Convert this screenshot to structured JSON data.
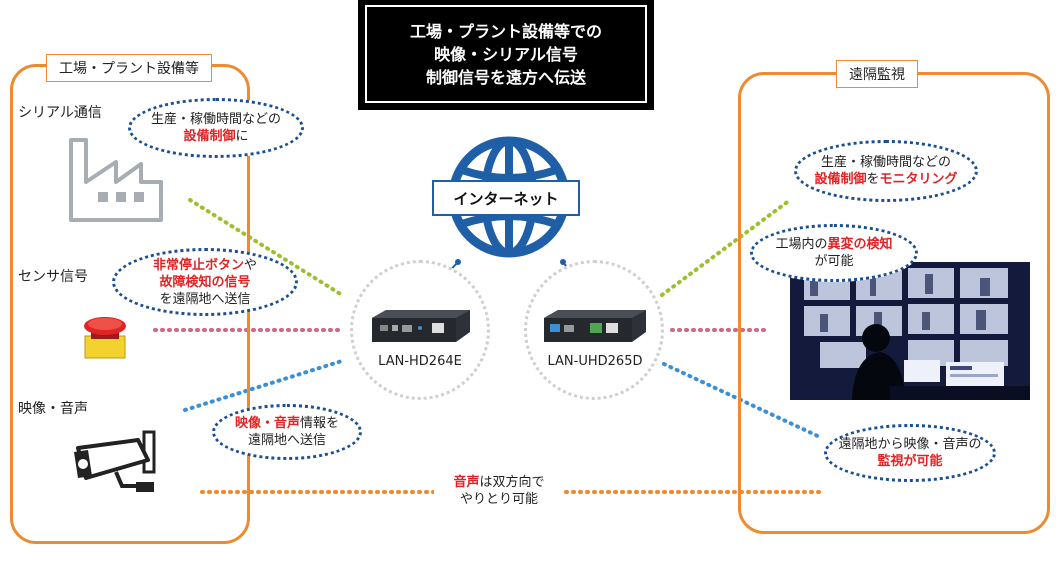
{
  "title": {
    "line1": "工場・プラント設備等での",
    "line2": "映像・シリアル信号",
    "line3": "制御信号を遠方へ伝送"
  },
  "left_panel": {
    "label": "工場・プラント設備等",
    "sources": [
      {
        "label": "シリアル通信",
        "icon": "factory-icon"
      },
      {
        "label": "センサ信号",
        "icon": "emergency-button-icon"
      },
      {
        "label": "映像・音声",
        "icon": "security-camera-icon"
      }
    ]
  },
  "right_panel": {
    "label": "遠隔監視",
    "photo": "monitoring-room-image"
  },
  "internet": {
    "label": "インターネット",
    "icon": "globe-icon"
  },
  "devices": {
    "encoder": "LAN-HD264E",
    "decoder": "LAN-UHD265D"
  },
  "bubbles": {
    "serial": {
      "pre": "生産・稼働時間などの",
      "red": "設備制御",
      "post": "に"
    },
    "sensor": {
      "red1": "非常停止ボタン",
      "mid1": "や",
      "red2": "故障検知の信号",
      "post": "を遠隔地へ送信"
    },
    "video": {
      "red": "映像・音声",
      "mid": "情報を",
      "post": "遠隔地へ送信"
    },
    "monitoring": {
      "pre": "生産・稼働時間などの",
      "red1": "設備制御",
      "mid": "を",
      "red2": "モニタリング"
    },
    "anomaly": {
      "pre": "工場内の",
      "red": "異変の検知",
      "post": "が可能"
    },
    "remote": {
      "pre": "遠隔地から映像・音声の",
      "red": "監視が可能"
    }
  },
  "audio": {
    "red": "音声",
    "mid": "は双方向で",
    "post": "やりとり可能"
  },
  "colors": {
    "orange": "#ee8a2f",
    "navy": "#1a4f91",
    "red": "#e02424",
    "green_dots": "#9bbf2f",
    "pink_dots": "#cf6a82",
    "blue_dots": "#3b8fd6"
  }
}
